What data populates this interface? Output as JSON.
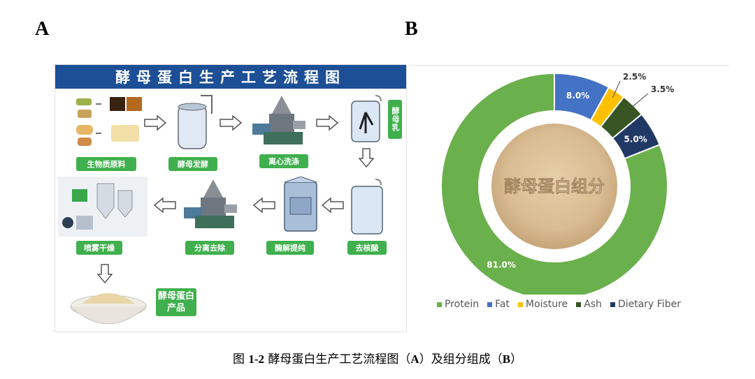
{
  "panel_labels": {
    "a": "A",
    "b": "B"
  },
  "flow": {
    "title": "酵母蛋白生产工艺流程图",
    "steps": [
      {
        "label": "生物质原料"
      },
      {
        "label": "酵母发酵"
      },
      {
        "label": "离心洗涤"
      },
      {
        "label": "酵母乳"
      },
      {
        "label": "去核酸"
      },
      {
        "label": "酶解提纯"
      },
      {
        "label": "分离去除"
      },
      {
        "label": "喷雾干燥"
      },
      {
        "label": "酵母蛋白产品"
      }
    ]
  },
  "chart_data": {
    "type": "pie",
    "center_label": "酵母蛋白组分",
    "slices": [
      {
        "name": "Protein",
        "value": 81.0,
        "label": "81.0%",
        "color": "#6ab04c"
      },
      {
        "name": "Fat",
        "value": 8.0,
        "label": "8.0%",
        "color": "#4472c4"
      },
      {
        "name": "Moisture",
        "value": 2.5,
        "label": "2.5%",
        "color": "#ffc000"
      },
      {
        "name": "Ash",
        "value": 3.5,
        "label": "3.5%",
        "color": "#375623"
      },
      {
        "name": "Dietary Fiber",
        "value": 5.0,
        "label": "5.0%",
        "color": "#203864"
      }
    ],
    "legend_placement": "bottom"
  },
  "caption": {
    "prefix": "图",
    "number": "1-2",
    "text": "酵母蛋白生产工艺流程图（",
    "a": "A",
    "mid": "）及组分组成（",
    "b": "B",
    "end": "）"
  }
}
